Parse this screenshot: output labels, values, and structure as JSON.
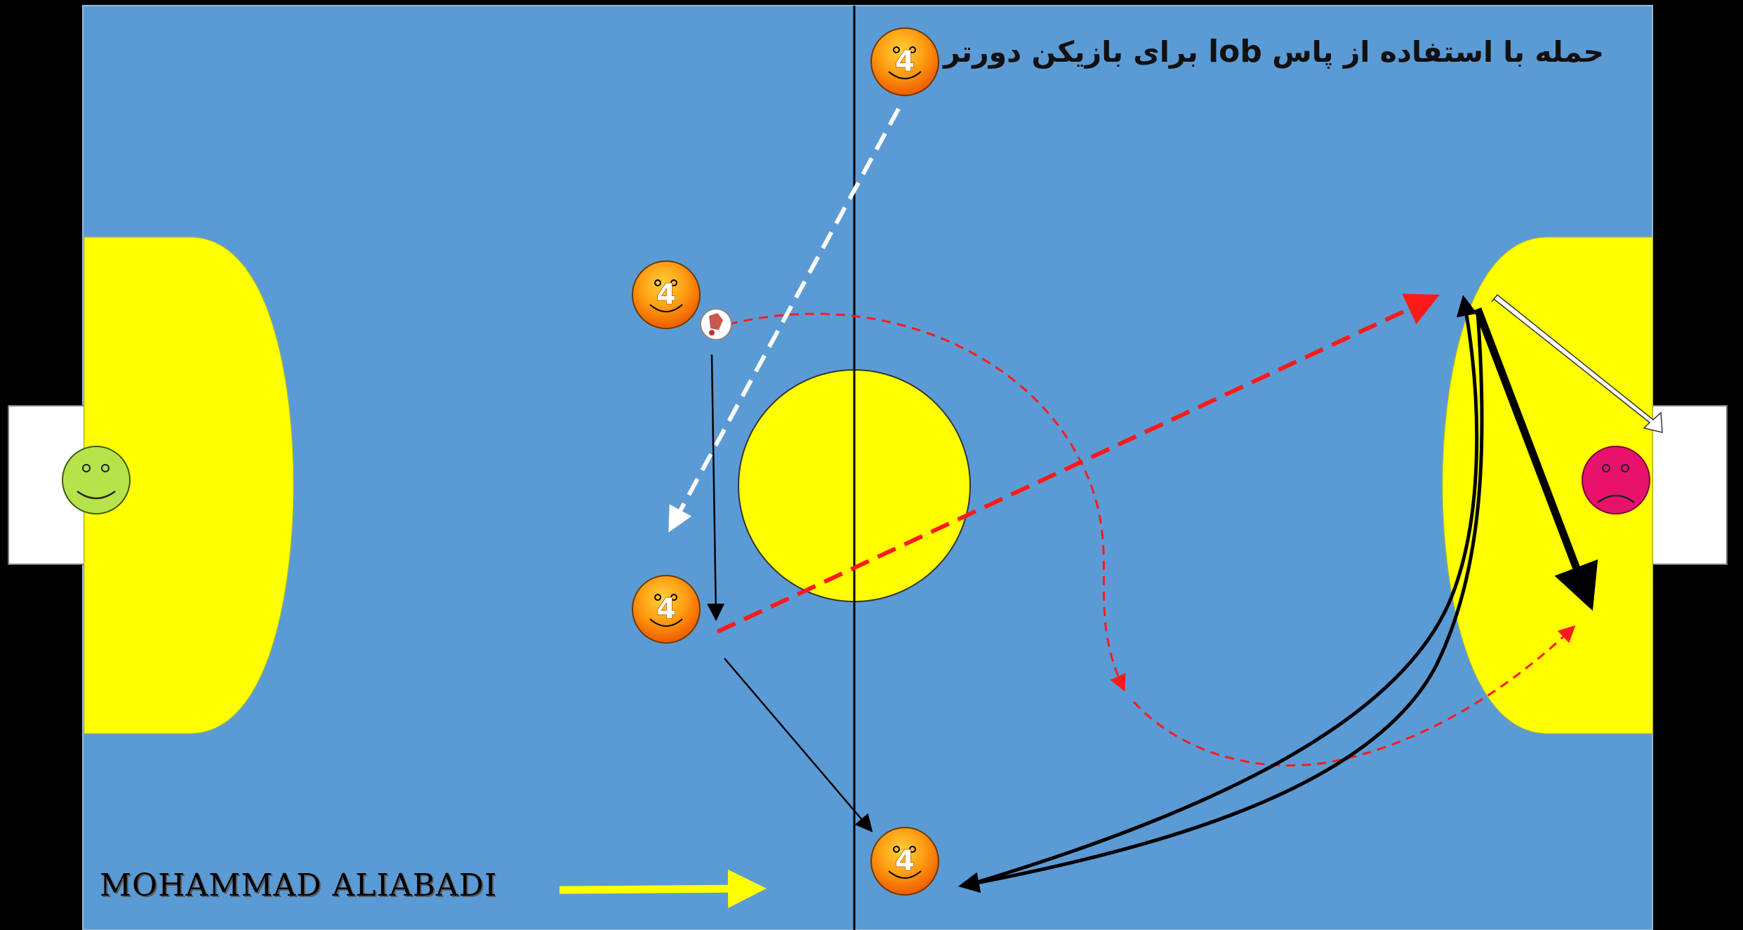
{
  "title": {
    "before": "حمله با استفاده از پاس",
    "highlight": "lob",
    "after": "برای بازیکن دورتر"
  },
  "author": "MOHAMMAD ALIABADI",
  "players": [
    {
      "id": "attacker-top",
      "label": "4"
    },
    {
      "id": "attacker-left-upper",
      "label": "4"
    },
    {
      "id": "attacker-left-lower",
      "label": "4"
    },
    {
      "id": "attacker-bottom",
      "label": "4"
    }
  ],
  "goalkeepers": [
    {
      "id": "goalkeeper-own",
      "expression": "smile",
      "color": "#b6e34a"
    },
    {
      "id": "goalkeeper-opponent",
      "expression": "frown",
      "color": "#e8116c"
    }
  ],
  "colors": {
    "court": "#5b9bd5",
    "penalty_area": "#ffff00",
    "background": "#000000",
    "pass_red": "#ff1a1a",
    "run_white": "#ffffff",
    "direction_arrow": "#ffff00"
  },
  "icons": [
    "ball-icon",
    "smiley-icon",
    "frown-icon",
    "arrow-icon"
  ]
}
